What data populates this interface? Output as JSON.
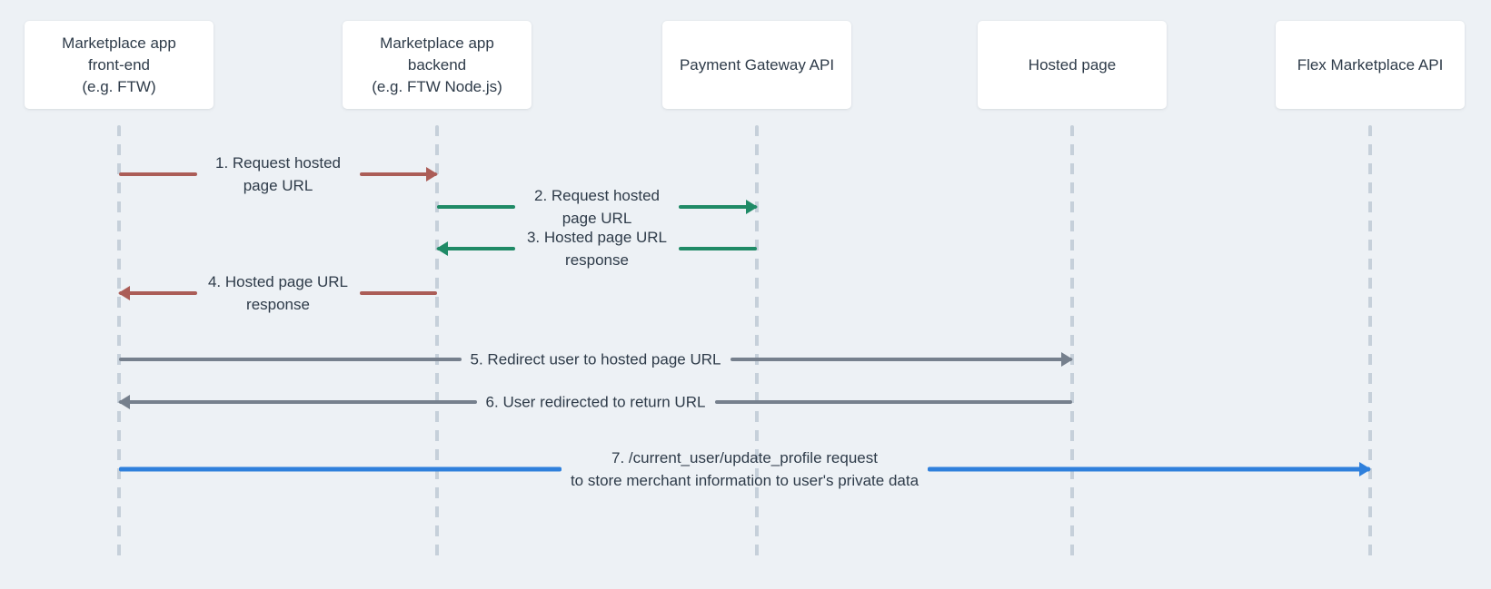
{
  "diagram": {
    "background_color": "#edf1f5",
    "text_color": "#2e3b49",
    "lifeline_color": "#c6d0da",
    "actors": [
      {
        "id": "frontend",
        "label": "Marketplace app\nfront-end\n(e.g. FTW)"
      },
      {
        "id": "backend",
        "label": "Marketplace app\nbackend\n(e.g. FTW Node.js)"
      },
      {
        "id": "gateway",
        "label": "Payment Gateway API"
      },
      {
        "id": "hosted",
        "label": "Hosted page"
      },
      {
        "id": "flex",
        "label": "Flex Marketplace API"
      }
    ],
    "messages": [
      {
        "number": "1",
        "label": "1. Request hosted page URL",
        "from": "frontend",
        "to": "backend",
        "color": "#ab5d57"
      },
      {
        "number": "2",
        "label": "2. Request hosted page URL",
        "from": "backend",
        "to": "gateway",
        "color": "#1f8a66"
      },
      {
        "number": "3",
        "label": "3. Hosted page URL response",
        "from": "gateway",
        "to": "backend",
        "color": "#1f8a66"
      },
      {
        "number": "4",
        "label": "4. Hosted page URL response",
        "from": "backend",
        "to": "frontend",
        "color": "#ab5d57"
      },
      {
        "number": "5",
        "label": "5. Redirect user to hosted page URL",
        "from": "frontend",
        "to": "hosted",
        "color": "#76808d"
      },
      {
        "number": "6",
        "label": "6. User redirected to return URL",
        "from": "hosted",
        "to": "frontend",
        "color": "#76808d"
      },
      {
        "number": "7",
        "label": "7. /current_user/update_profile request\nto store merchant information to user's private data",
        "from": "frontend",
        "to": "flex",
        "color": "#2f80dc"
      }
    ]
  }
}
